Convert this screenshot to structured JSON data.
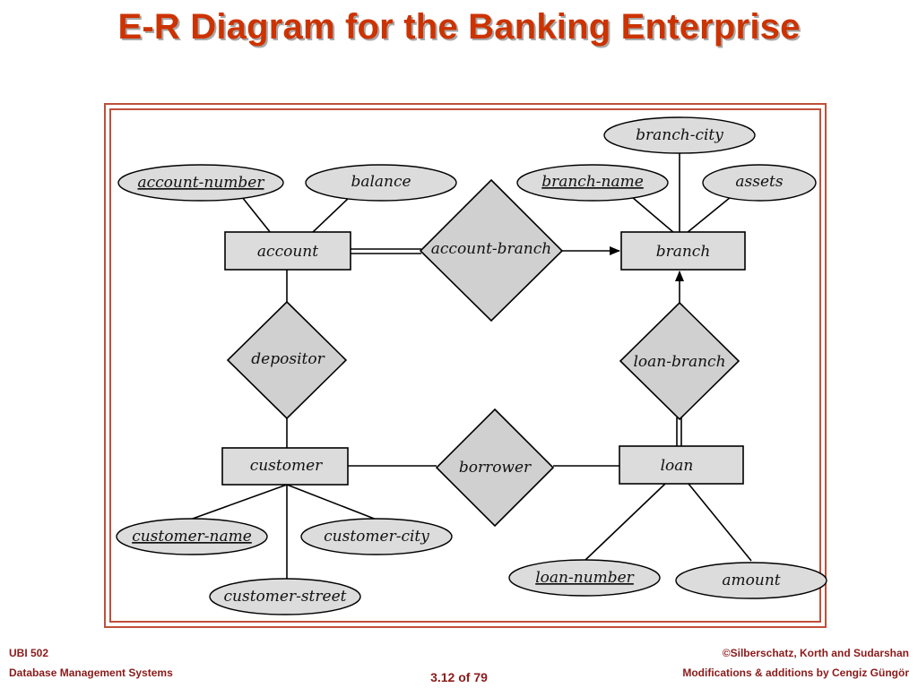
{
  "slide": {
    "title": "E-R Diagram for the Banking Enterprise"
  },
  "footer": {
    "course_code": "UBI 502",
    "course_name": "Database Management Systems",
    "page": "3.12 of 79",
    "copyright": "©Silberschatz, Korth and Sudarshan",
    "modifications": "Modifications & additions by Cengiz Güngör"
  },
  "diagram": {
    "entities": {
      "account": "account",
      "branch": "branch",
      "customer": "customer",
      "loan": "loan"
    },
    "relationships": {
      "account_branch": "account-branch",
      "depositor": "depositor",
      "loan_branch": "loan-branch",
      "borrower": "borrower"
    },
    "attributes": {
      "account_number": "account-number",
      "balance": "balance",
      "branch_city": "branch-city",
      "branch_name": "branch-name",
      "assets": "assets",
      "customer_name": "customer-name",
      "customer_city": "customer-city",
      "customer_street": "customer-street",
      "loan_number": "loan-number",
      "amount": "amount"
    },
    "colors": {
      "title": "#cc3300",
      "frame": "#c0503a",
      "shape_fill": "#d8d8d8",
      "footer_text": "#8b1a1a"
    }
  }
}
